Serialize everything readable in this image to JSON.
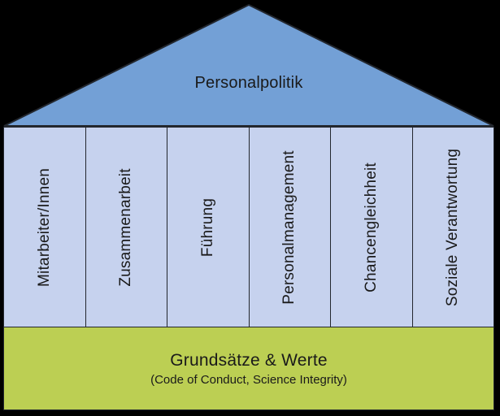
{
  "diagram": {
    "roof": {
      "label": "Personalpolitik"
    },
    "pillars": [
      {
        "label": "Mitarbeiter/Innen"
      },
      {
        "label": "Zusammenarbeit"
      },
      {
        "label": "Führung"
      },
      {
        "label": "Personalmanagement"
      },
      {
        "label": "Chancengleichheit"
      },
      {
        "label": "Soziale Verantwortung"
      }
    ],
    "base": {
      "title": "Grundsätze & Werte",
      "subtitle": "(Code of Conduct, Science Integrity)"
    },
    "colors": {
      "background": "#000000",
      "roof": "#73a0d6",
      "pillar": "#c6d2ee",
      "base": "#bccf53",
      "outline": "#23272e",
      "text": "#1a1a1a"
    }
  }
}
